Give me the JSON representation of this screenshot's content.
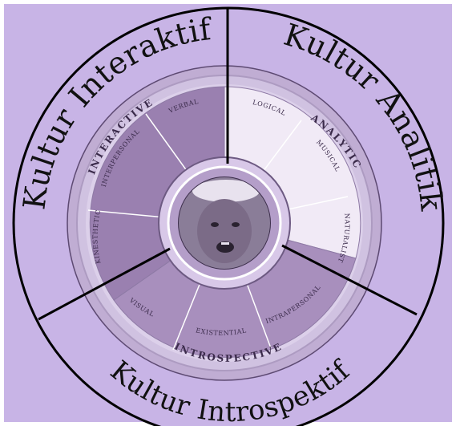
{
  "diagram": {
    "cultures": {
      "interaktif": "Kultur Interaktif",
      "analitik": "Kultur Analitik",
      "introspektif": "Kultur Introspektif"
    },
    "groups": {
      "interactive": "INTERACTIVE",
      "analytic": "ANALYTIC",
      "introspective": "INTROSPECTIVE"
    },
    "segments": [
      "LOGICAL",
      "MUSICAL",
      "NATURALIST",
      "INTRAPERSONAL",
      "EXISTENTIAL",
      "VISUAL",
      "KINESTHETIC",
      "INTERPERSONAL",
      "VERBAL"
    ],
    "center_image": "child-photo",
    "colors": {
      "background": "#c8b4e6",
      "interactive_sector": "#9a80b0",
      "analytic_sector": "#f1eaf6",
      "introspective_sector": "#a88fbd",
      "border": "#000000"
    }
  }
}
